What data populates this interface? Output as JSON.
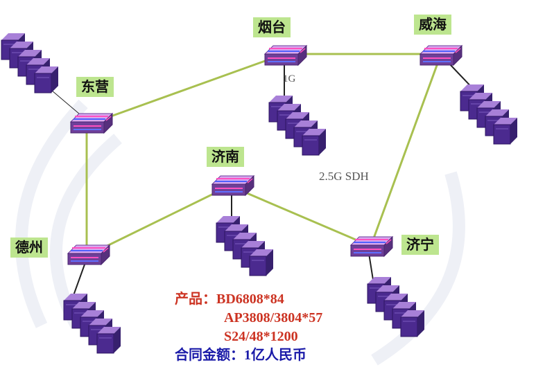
{
  "cities": {
    "yantai": "烟台",
    "weihai": "威海",
    "dongying": "东营",
    "jinan": "济南",
    "dezhou": "德州",
    "jining": "济宁"
  },
  "links": {
    "uplink_1g": "1G",
    "ring": "2.5G SDH"
  },
  "info": {
    "product_label": "产品：",
    "product_lines": [
      "BD6808*84",
      "AP3808/3804*57",
      "S24/48*1200"
    ],
    "contract_label": "合同金额：",
    "contract_value": "1亿人民币"
  },
  "colors": {
    "link_line": "#a8c050",
    "city_label_bg": "#bde58f",
    "router_body": "#6e3f99",
    "server_stack": "#4b2a8f",
    "info_red": "#cc3322",
    "info_blue": "#1a1aa8"
  }
}
